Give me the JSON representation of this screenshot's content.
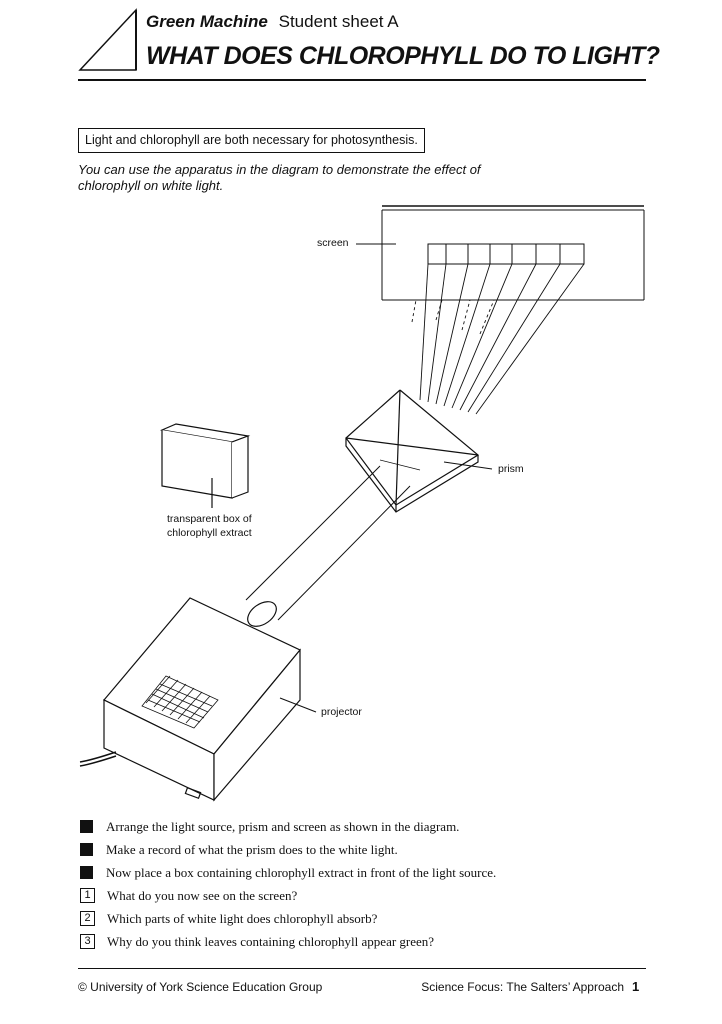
{
  "header": {
    "series_name": "Green Machine",
    "sheet_label": "Student sheet A",
    "title": "WHAT DOES CHLOROPHYLL DO TO LIGHT?"
  },
  "intro": {
    "boxed_note": "Light and chlorophyll are both necessary for photosynthesis.",
    "description": "You can use the apparatus in the diagram to demonstrate the effect of chlorophyll on white light."
  },
  "diagram": {
    "labels": {
      "screen": "screen",
      "prism": "prism",
      "chlorophyll_box_line1": "transparent box of",
      "chlorophyll_box_line2": "chlorophyll extract",
      "projector": "projector"
    }
  },
  "instructions": [
    {
      "marker": "",
      "text": "Arrange the light source, prism and screen as shown in the diagram."
    },
    {
      "marker": "",
      "text": "Make a record of what the prism does to the white light."
    },
    {
      "marker": "",
      "text": "Now place a box containing chlorophyll extract in front of the light source."
    },
    {
      "marker": "1",
      "text": "What do you now see on the screen?"
    },
    {
      "marker": "2",
      "text": "Which parts of white light does chlorophyll absorb?"
    },
    {
      "marker": "3",
      "text": "Why do you think leaves containing chlorophyll appear green?"
    }
  ],
  "footer": {
    "copyright": "© University of York Science Education Group",
    "publication": "Science Focus: The Salters’ Approach",
    "page_number": "1"
  }
}
